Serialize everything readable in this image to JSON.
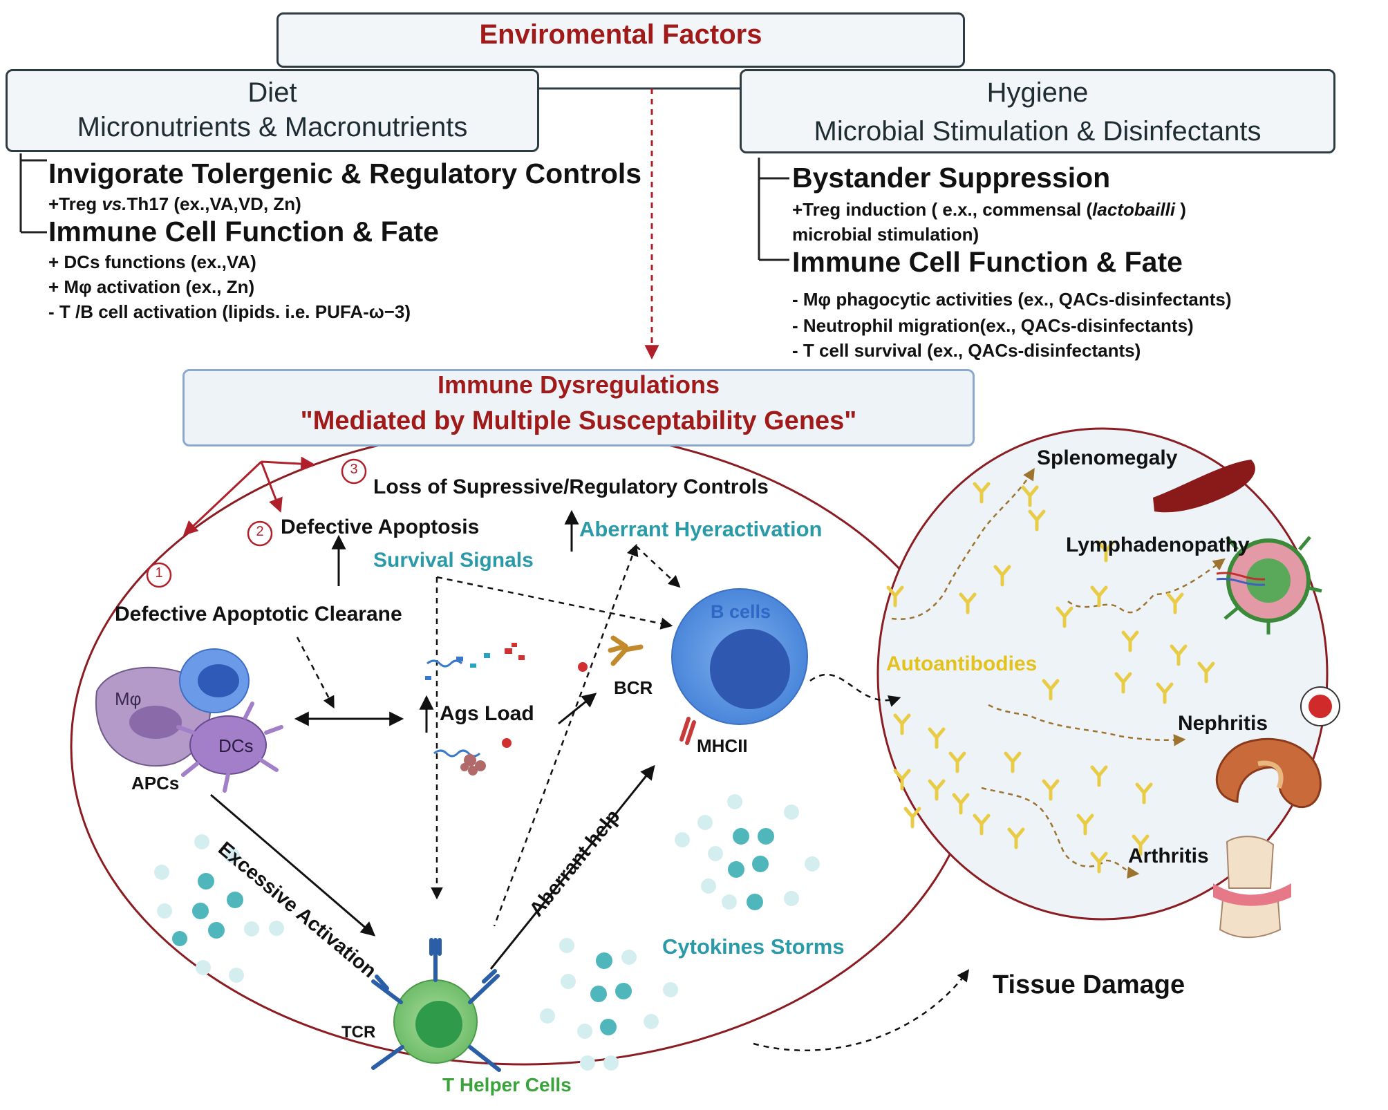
{
  "top": {
    "title": "Enviromental Factors"
  },
  "diet": {
    "title1": "Diet",
    "title2": "Micronutrients & Macronutrients",
    "h1": "Invigorate Tolergenic & Regulatory Controls",
    "h1_pre": "+Treg ",
    "h1_em": "vs.",
    "h1_post": "Th17 (ex.,VA,VD, Zn)",
    "h2": "Immune Cell Function & Fate",
    "items": [
      "+ DCs functions (ex.,VA)",
      "+ Mφ activation (ex., Zn)",
      "- T /B cell activation (lipids. i.e. PUFA-ω−3)"
    ]
  },
  "hygiene": {
    "title1": "Hygiene",
    "title2": "Microbial Stimulation & Disinfectants",
    "h1": "Bystander Suppression",
    "h1_line1_pre": "+Treg induction ( e.x., commensal  (",
    "h1_line1_em": "lactobailli",
    "h1_line1_post": " )",
    "h1_line2": "microbial stimulation)",
    "h2": "Immune Cell Function & Fate",
    "items": [
      "- Mφ phagocytic activities (ex., QACs-disinfectants)",
      "- Neutrophil migration(ex., QACs-disinfectants)",
      "- T cell survival (ex., QACs-disinfectants)"
    ]
  },
  "dysreg": {
    "title1": "Immune Dysregulations",
    "title2": "\"Mediated by Multiple Susceptability Genes\""
  },
  "mechanisms": {
    "n3": "3",
    "loss": "Loss of Supressive/Regulatory Controls",
    "n2": "2",
    "apoptosis": "Defective Apoptosis",
    "n1": "1",
    "clearance": "Defective Apoptotic Clearane",
    "survival": "Survival Signals",
    "hyper": "Aberrant Hyeractivation"
  },
  "cells": {
    "mphi": "Mφ",
    "dcs": "DCs",
    "apcs": "APCs",
    "ags": "Ags  Load",
    "bcr": "BCR",
    "bcells": "B cells",
    "mhcii": "MHCII",
    "excessive": "Excessive Activation",
    "aberrant_help": "Aberrant help",
    "tcr": "TCR",
    "th": "T Helper Cells",
    "cytokines": "Cytokines Storms"
  },
  "outcomes": {
    "splenomegaly": "Splenomegaly",
    "lymph": "Lymphadenopathy",
    "autoantibodies": "Autoantibodies",
    "nephritis": "Nephritis",
    "arthritis": "Arthritis",
    "tissue": "Tissue Damage"
  },
  "colors": {
    "dark_red": "#a01a1a",
    "teal": "#2a9aa8",
    "gold": "#e3c21e",
    "green": "#3aa33a",
    "box_border": "#2f3b42"
  }
}
